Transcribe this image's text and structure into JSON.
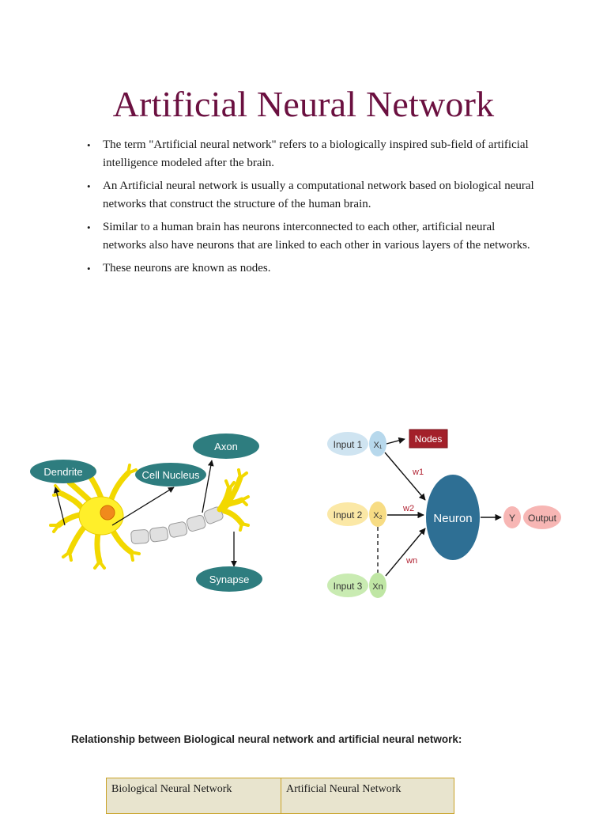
{
  "title": "Artificial Neural Network",
  "bullets": [
    "The term \"Artificial neural network\" refers to a biologically inspired sub-field of artificial intelligence modeled after the brain.",
    "An Artificial neural network is usually a computational network based on biological neural networks that construct the structure of the human brain.",
    "Similar to a human brain has neurons interconnected to each other, artificial neural networks also have neurons that are linked to each other in various layers of the networks.",
    "These neurons are known as nodes."
  ],
  "bullet_glyph": "•",
  "biological_figure": {
    "labels": {
      "dendrite": "Dendrite",
      "cell_nucleus": "Cell Nucleus",
      "axon": "Axon",
      "synapse": "Synapse"
    }
  },
  "artificial_figure": {
    "inputs": [
      "Input 1",
      "Input 2",
      "Input 3"
    ],
    "x_labels": [
      "X₁",
      "X₂",
      "Xn"
    ],
    "weights": [
      "w1",
      "w2",
      "wn"
    ],
    "nodes_label": "Nodes",
    "neuron_label": "Neuron",
    "y_label": "Y",
    "output_label": "Output"
  },
  "relationship_heading": "Relationship between Biological neural network and artificial neural network:",
  "table": {
    "headers": [
      "Biological Neural Network",
      "Artificial Neural Network"
    ]
  },
  "colors": {
    "title": "#6b1040",
    "label_teal": "#2e7d7f",
    "neuron_blue": "#2e6f94",
    "nodes_red": "#a3202a",
    "table_border": "#c9a227",
    "table_header_bg": "#e8e4ce"
  }
}
